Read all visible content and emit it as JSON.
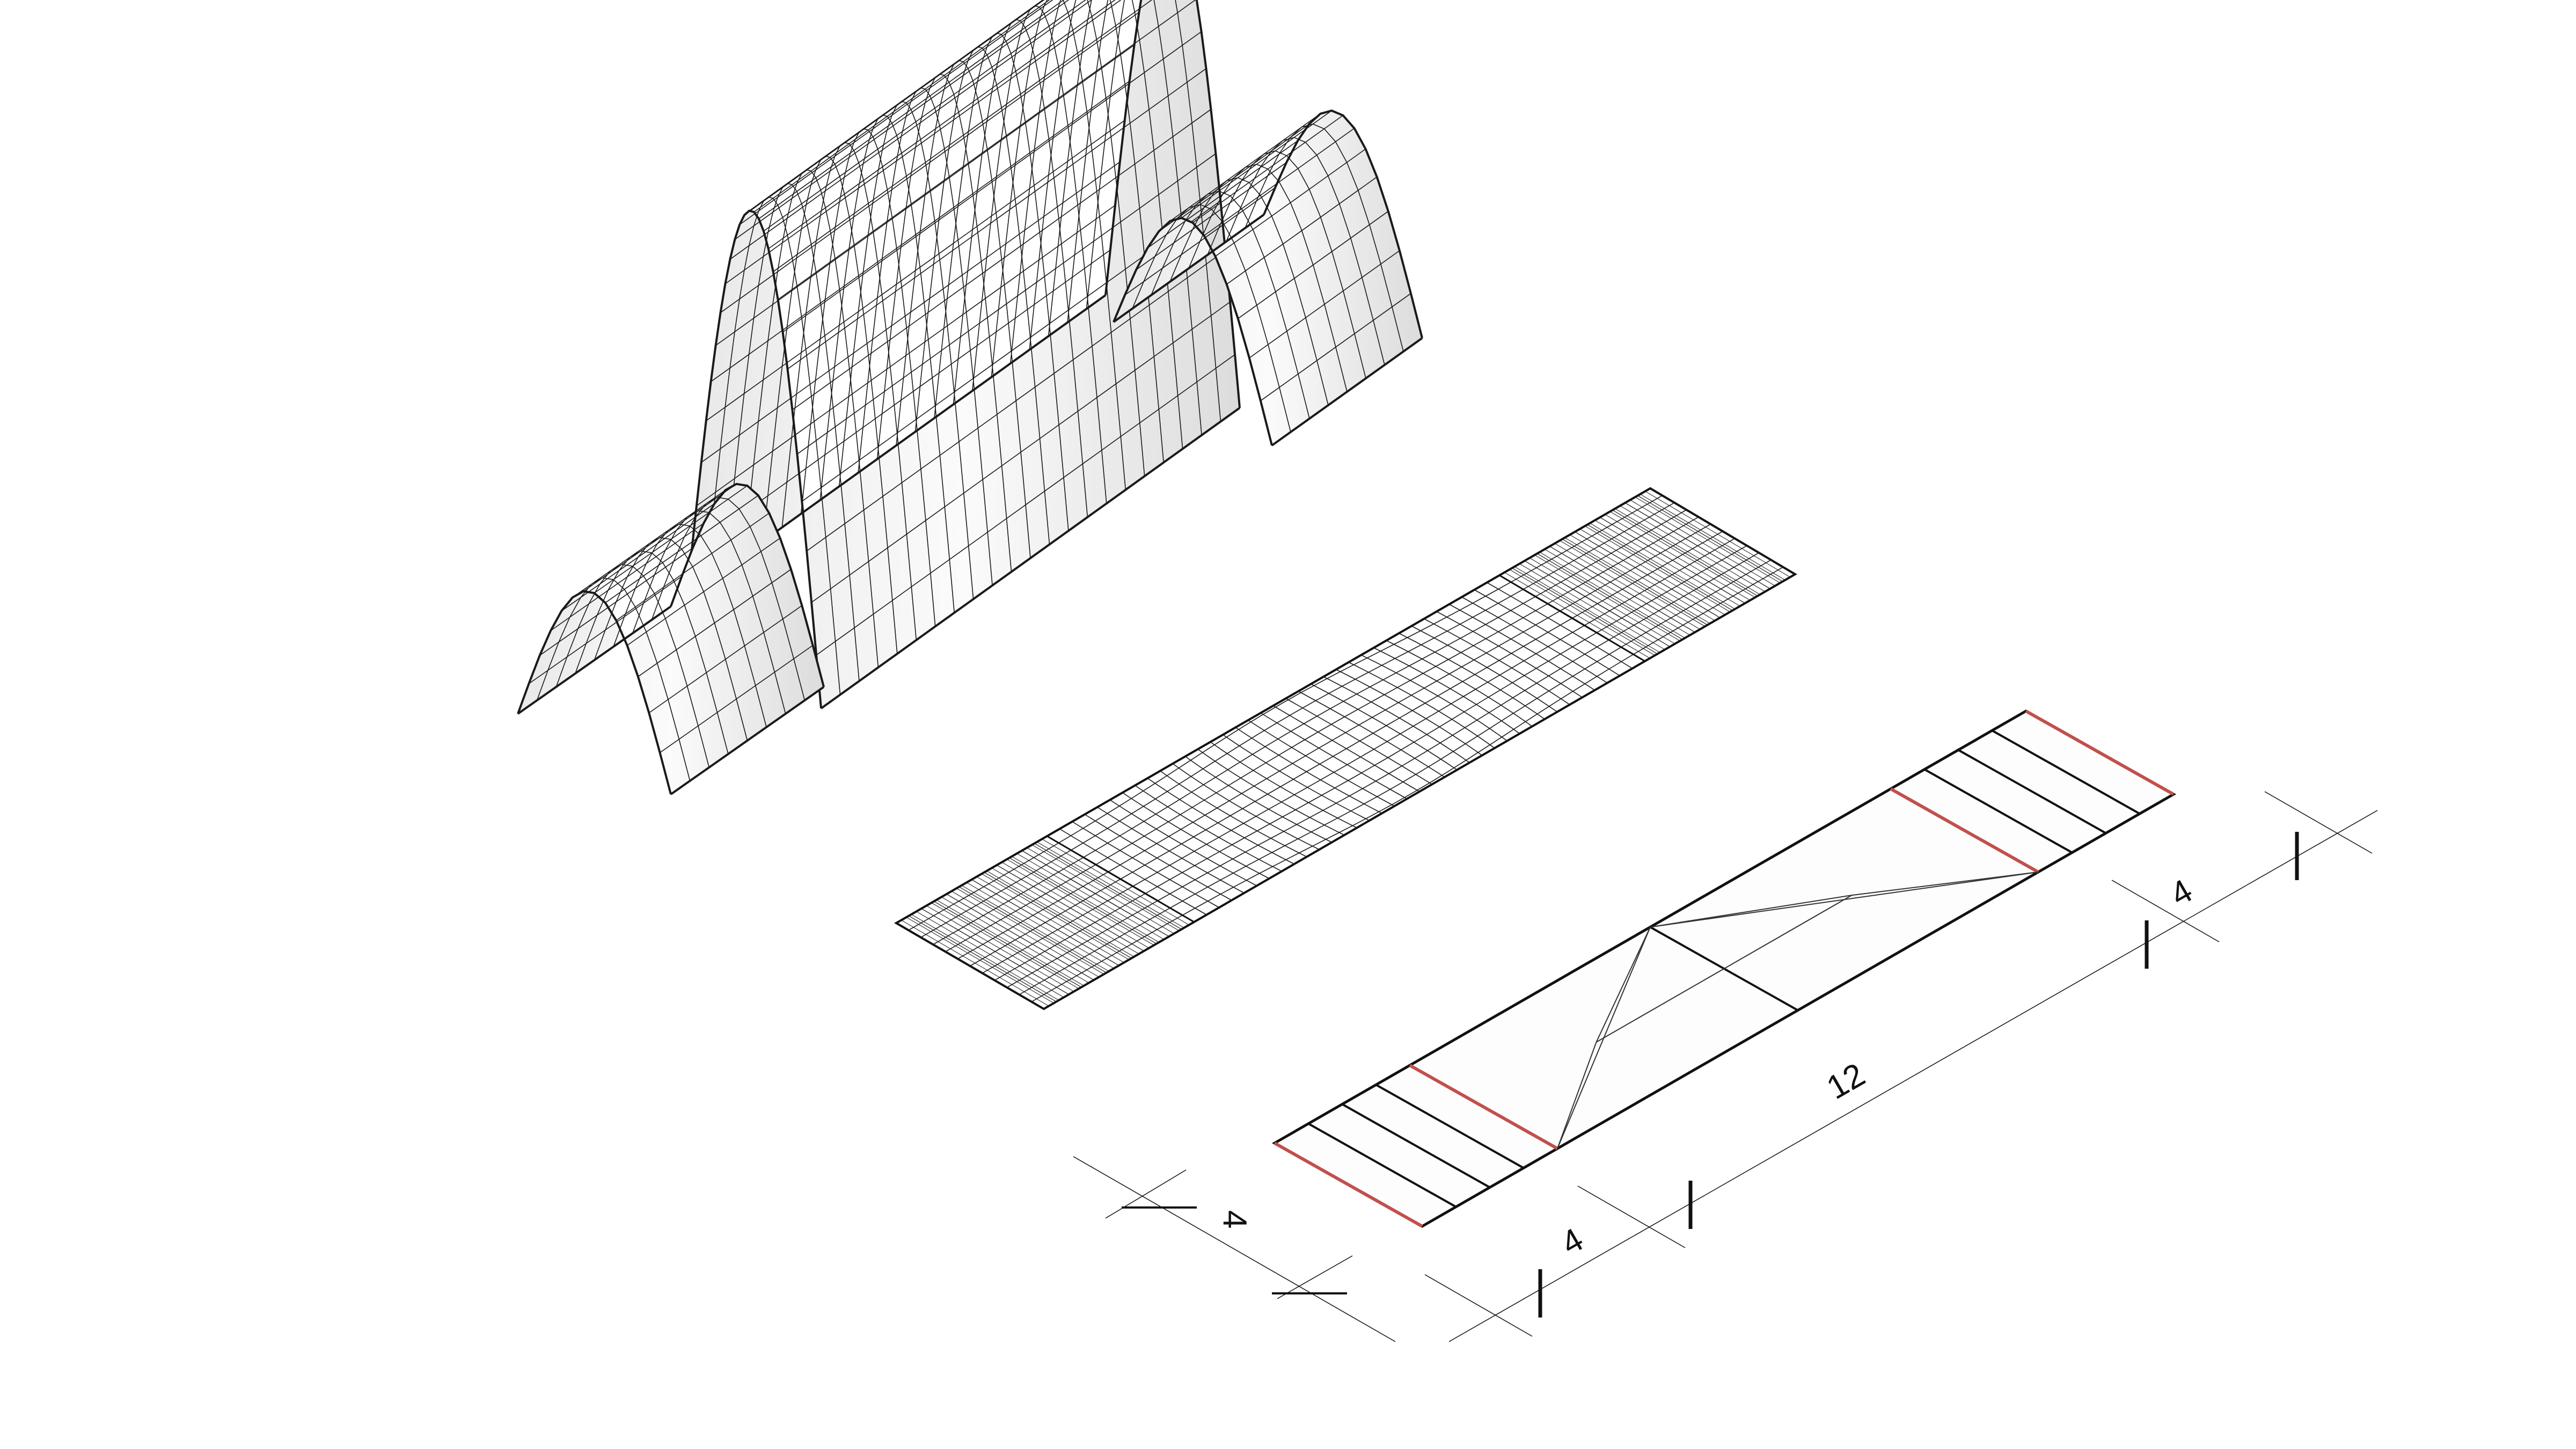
{
  "diagram": {
    "dimension_labels": {
      "width_left": "4",
      "end_segment_left": "4",
      "middle_segment": "12",
      "end_segment_right": "4"
    },
    "colors": {
      "line": "#111111",
      "mesh_line": "#1a1a1a",
      "fold_accent": "#c0504d",
      "fill_light": "#fafafa"
    }
  }
}
